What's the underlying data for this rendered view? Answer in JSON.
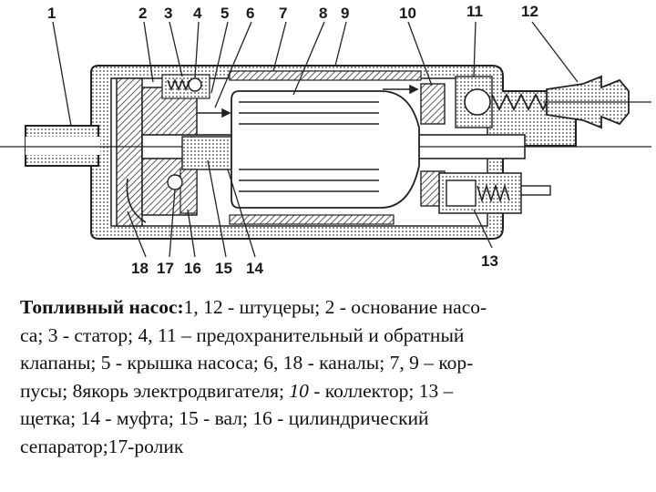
{
  "diagram": {
    "labels_top": [
      "1",
      "2",
      "3",
      "4",
      "5",
      "6",
      "7",
      "8",
      "9",
      "10",
      "11",
      "12"
    ],
    "labels_bottom": [
      "18",
      "17",
      "16",
      "15",
      "14",
      "13"
    ]
  },
  "caption": {
    "title": "Топливный насос:",
    "seg1": "1, 12 - штуцеры; 2 - основание насо-",
    "line2": "са; 3 - статор; 4, 11 – предохранительный и обратный",
    "line3": "клапаны; 5 - крышка насоса; 6, 18 - каналы; 7, 9 – кор-",
    "line4a": "пусы; 8якорь электродвигателя; ",
    "line4b": "10",
    "line4c": " - коллектор; 13 –",
    "line5": "щетка; 14 - муфта; 15 - вал; 16 - цилиндрический",
    "line6": "сепаратор;17-ролик"
  }
}
